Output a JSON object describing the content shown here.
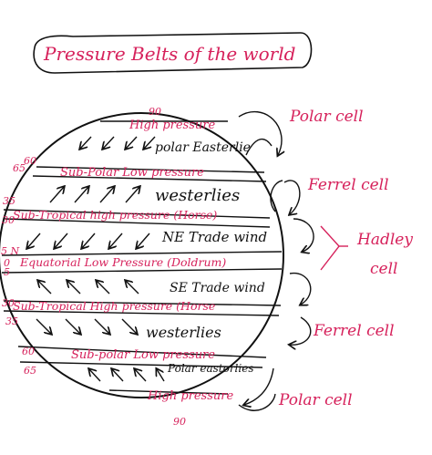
{
  "title": "Pressure Belts of the world",
  "belts": {
    "high_pressure_top": "High pressure",
    "subpolar_low_top": "Sub-Polar Low pressure",
    "subtropical_high_top": "Sub-Tropical high pressure (Horse)",
    "equatorial_low": "Equatorial Low Pressure (Doldrum)",
    "subtropical_high_bottom": "Sub-Tropical High pressure (Horse",
    "subpolar_low_bottom": "Sub-polar Low pressure",
    "high_pressure_bottom": "High pressure"
  },
  "winds": {
    "polar_easterlies_top": "polar Easterlie",
    "westerlies_top": "westerlies",
    "ne_trade": "NE Trade wind",
    "se_trade": "SE Trade wind",
    "westerlies_bottom": "westerlies",
    "polar_easterlies_bottom": "Polar eastorlies"
  },
  "latitudes": {
    "n90": "90",
    "n65": "65",
    "n60": "60",
    "n35": "35",
    "n30": "30",
    "n5": "5 N",
    "zero": "0",
    "s5": "5",
    "s30": "30",
    "s35": "35",
    "s60": "60",
    "s65": "65",
    "s90": "90"
  },
  "cells": {
    "polar_top": "Polar cell",
    "ferrel_top": "Ferrel cell",
    "hadley_1": "Hadley",
    "hadley_2": "cell",
    "ferrel_bottom": "Ferrel cell",
    "polar_bottom": "Polar cell"
  },
  "colors": {
    "accent": "#d6215b",
    "ink": "#111111"
  }
}
